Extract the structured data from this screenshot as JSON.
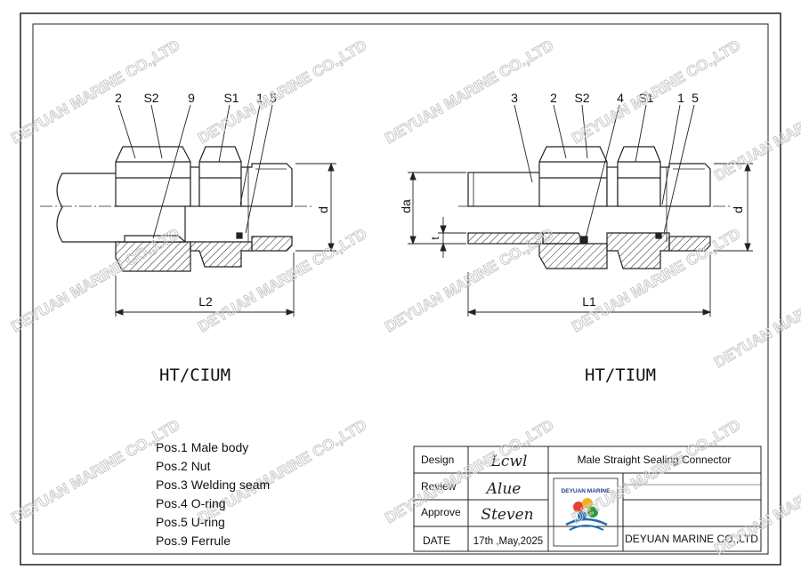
{
  "drawings": [
    {
      "title": "HT/CIUM",
      "labels": [
        "2",
        "S2",
        "9",
        "S1",
        "1",
        "5"
      ],
      "dims": {
        "length": "L2",
        "diameter": "d"
      }
    },
    {
      "title": "HT/TIUM",
      "labels": [
        "3",
        "2",
        "S2",
        "4",
        "S1",
        "1",
        "5"
      ],
      "dims": {
        "length": "L1",
        "diameter": "d",
        "outer": "da",
        "thickness": "t"
      }
    }
  ],
  "positions": [
    "Pos.1 Male body",
    "Pos.2 Nut",
    "Pos.3 Welding seam",
    "Pos.4 O-ring",
    "Pos.5 U-ring",
    "Pos.9 Ferrule"
  ],
  "title_block": {
    "product": "Male Straight Sealing Connector",
    "rows": [
      {
        "label": "Design",
        "value": "Lcwl"
      },
      {
        "label": "Review",
        "value": "Alue"
      },
      {
        "label": "Approve",
        "value": "Steven"
      },
      {
        "label": "DATE",
        "value": "17th ,May,2025"
      }
    ],
    "logo_text": "DEYUAN MARINE",
    "company": "DEYUAN MARINE CO.,LTD"
  },
  "watermark": "DEYUAN MARINE CO.,LTD",
  "colors": {
    "line": "#222222",
    "watermark": "#c8c8c8"
  }
}
